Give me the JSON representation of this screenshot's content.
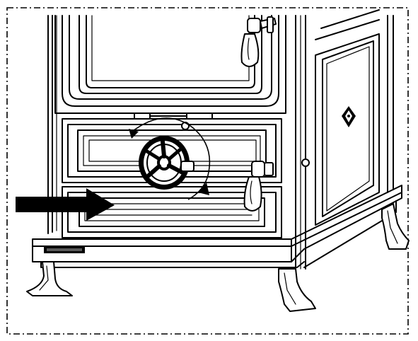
{
  "diagram": {
    "subject": "stove-front-view",
    "colors": {
      "line": "#000000",
      "background": "#ffffff"
    },
    "annotations": {
      "arrow": "pointing-right-at-ash-drawer",
      "rotation": "clockwise-arrow-around-air-control-wheel"
    }
  }
}
